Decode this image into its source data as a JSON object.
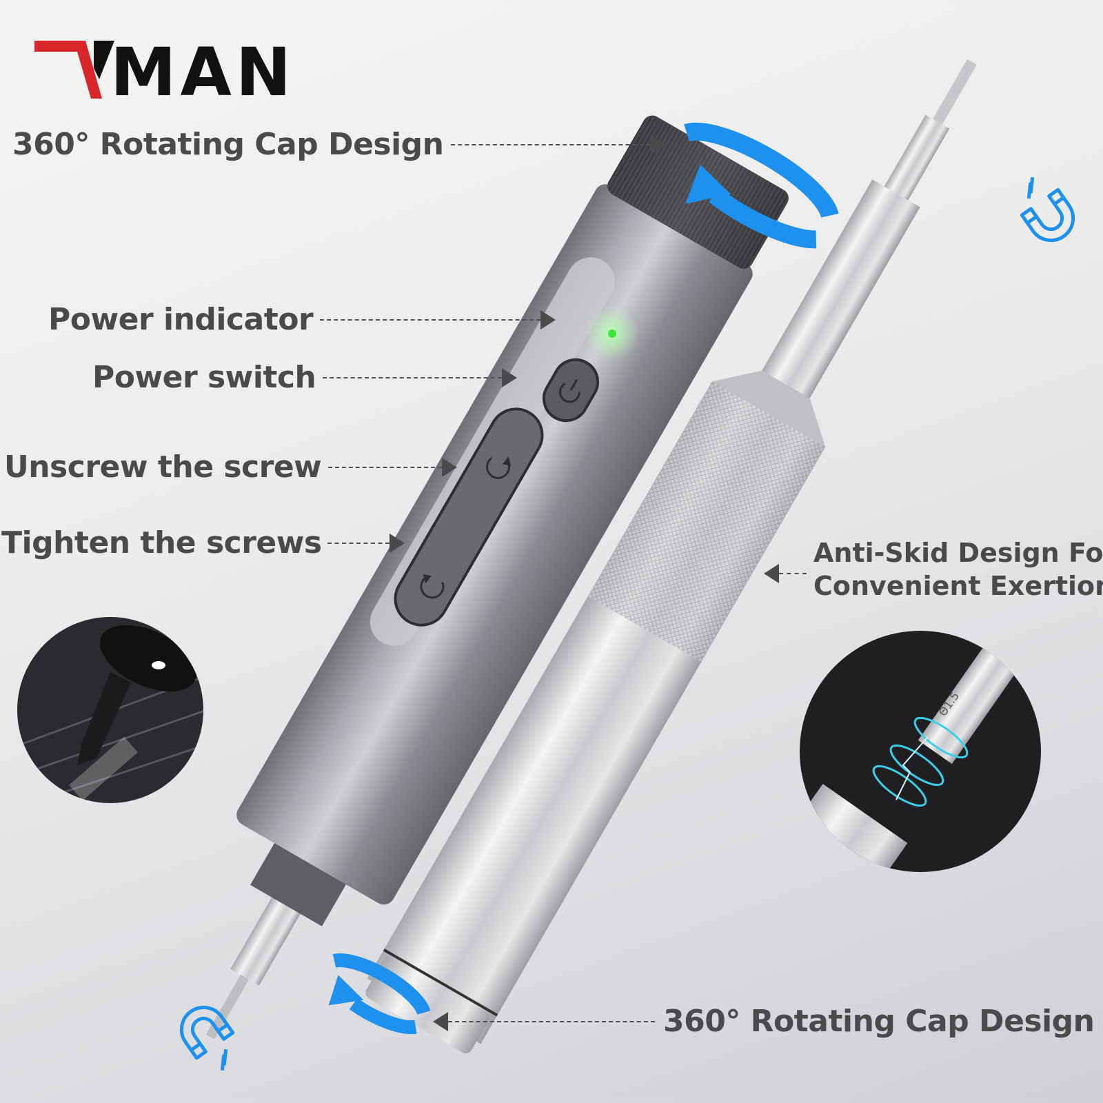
{
  "brand": {
    "logo_mark": "V",
    "logo_text": "MAN",
    "colors": {
      "mark": "#d9262b",
      "text": "#111111"
    }
  },
  "callouts": {
    "top_cap": "360° Rotating Cap Design",
    "power_indicator": "Power indicator",
    "power_switch": "Power switch",
    "unscrew": "Unscrew the screw",
    "tighten": "Tighten the screws",
    "anti_skid_line1": "Anti-Skid Design For",
    "anti_skid_line2": "Convenient Exertion",
    "bottom_cap": "360° Rotating Cap Design"
  },
  "product": {
    "bit_marking": "Θ1.5",
    "indicator_color": "#3ee43a",
    "accent_color": "#1e90ee",
    "body_color": "#8d8d93",
    "silver_color": "#d4d5d8"
  },
  "icons": {
    "rotate_cap_top": "rotate-arrow-icon",
    "rotate_cap_bottom": "rotate-arrow-icon",
    "magnet_top": "magnet-icon",
    "magnet_bottom": "magnet-icon",
    "power_button": "power-icon",
    "unscrew_button": "rotate-ccw-icon",
    "tighten_button": "rotate-cw-icon"
  },
  "insets": {
    "left": "led-light-bit-closeup",
    "right": "magnetic-bit-closeup"
  }
}
